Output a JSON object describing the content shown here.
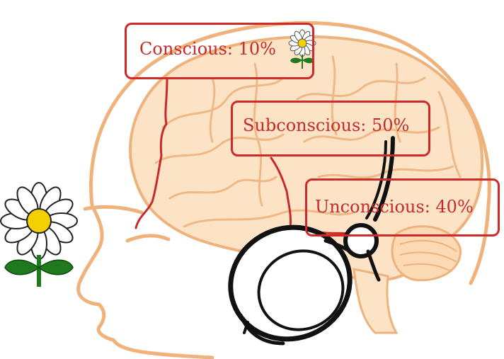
{
  "labels": {
    "conscious": "Conscious: 10%",
    "subconscious": "Subconscious: 50%",
    "unconscious": "Unconscious: 40%"
  },
  "colors": {
    "brain_outline": "#f0b27a",
    "brain_fill": "#fde3c6",
    "box_border": "#cf2a2a",
    "label_text": "#c62a2a",
    "headphone": "#111111",
    "flower_petal": "#ffffff",
    "flower_center": "#f5d000",
    "flower_stem": "#1f7a1f"
  },
  "icons": [
    "brain-illustration",
    "headphones-icon",
    "daisy-flower-icon"
  ]
}
